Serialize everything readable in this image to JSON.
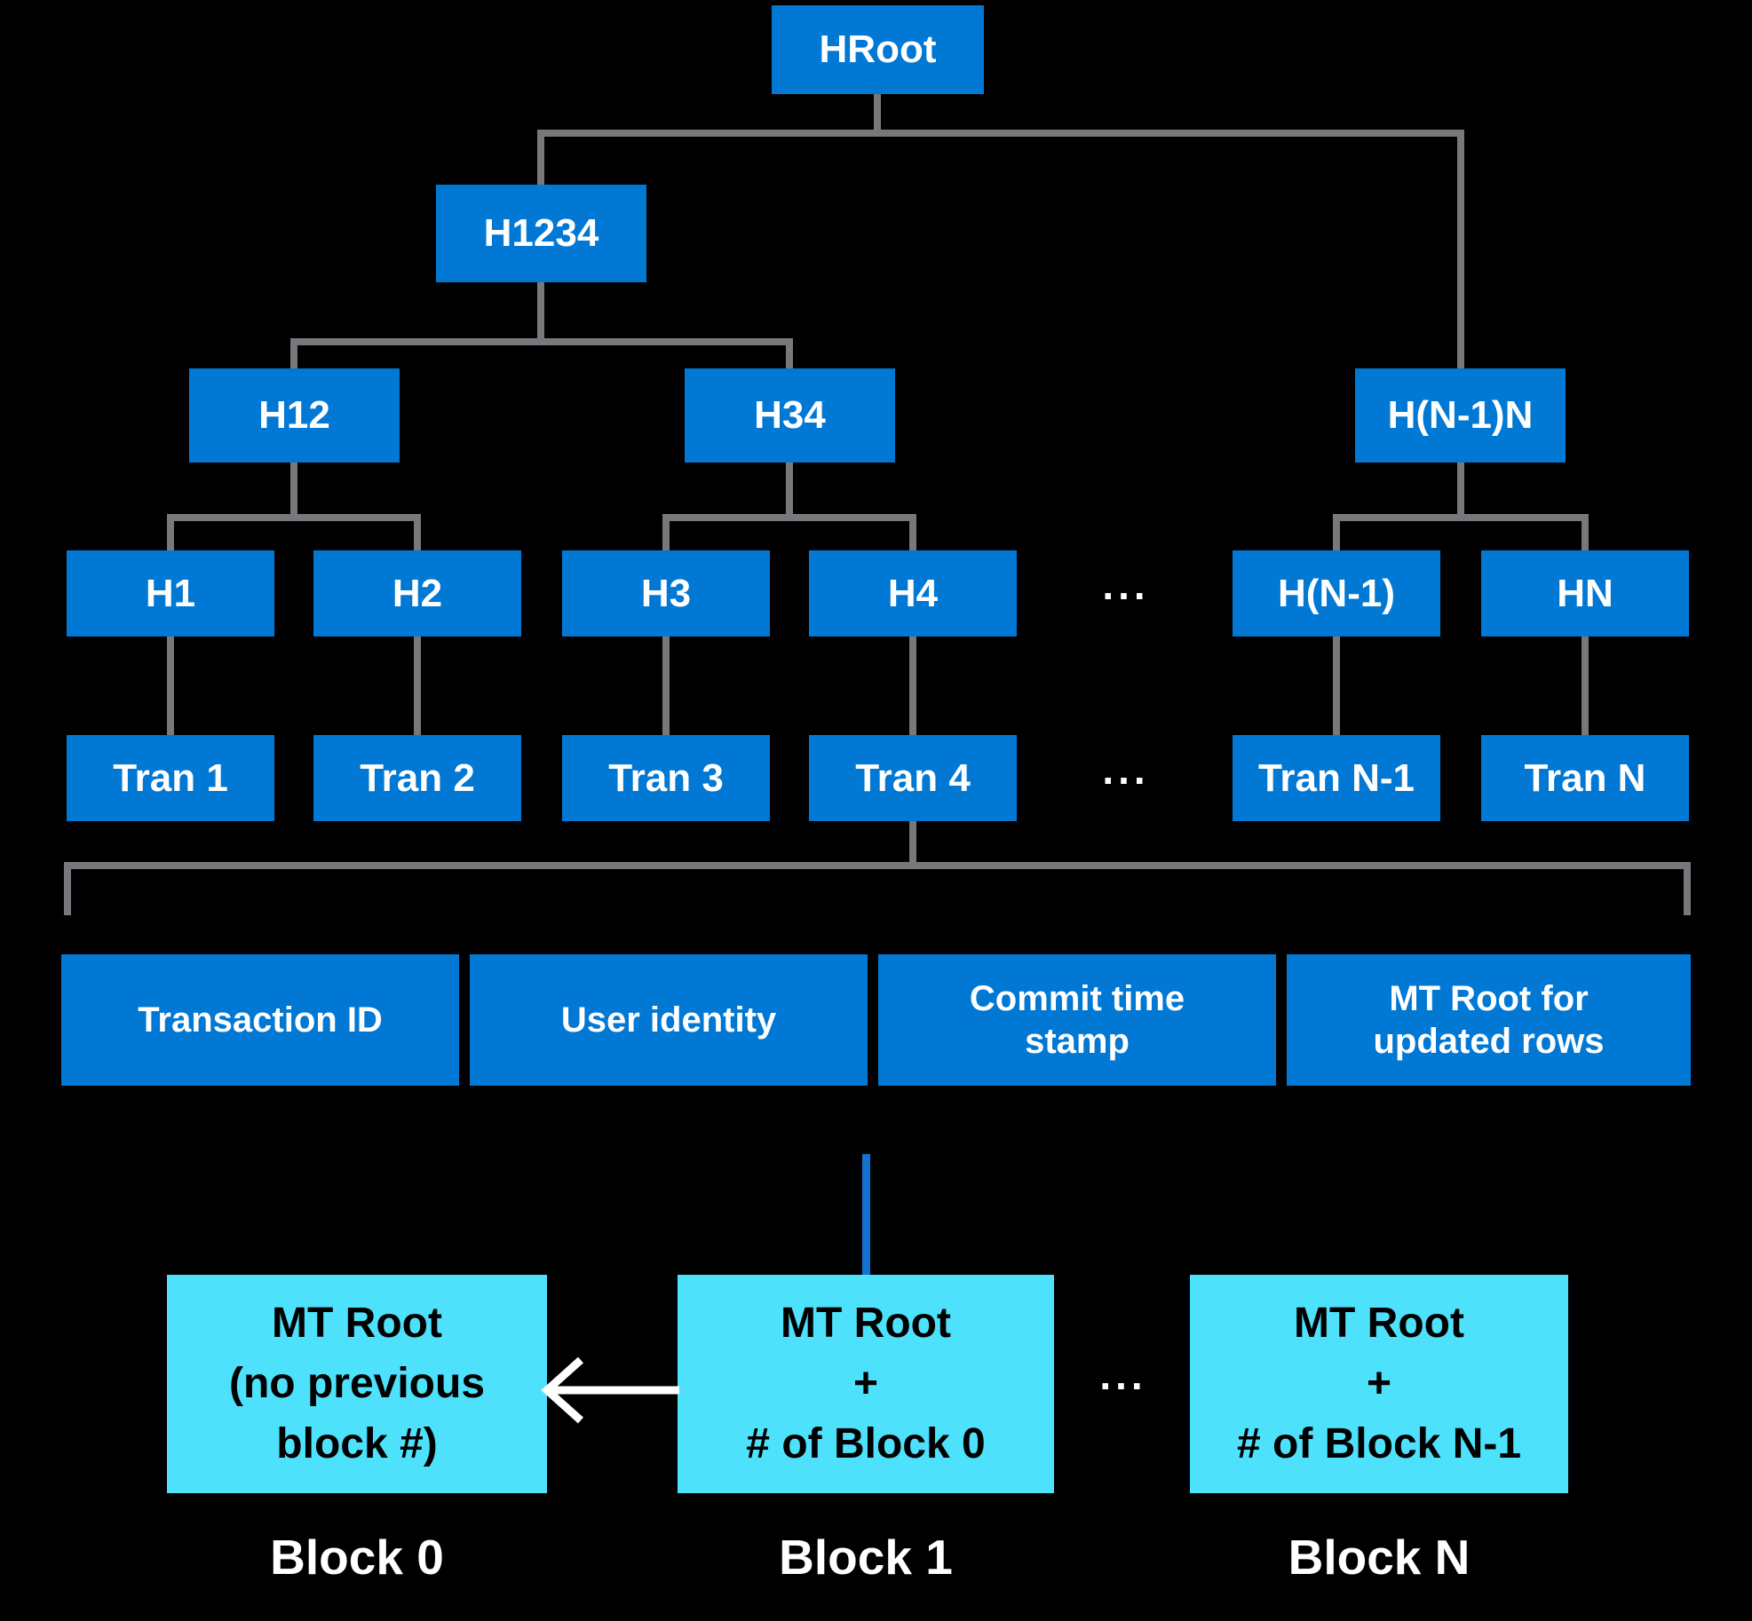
{
  "colors": {
    "node_blue": "#0078D4",
    "block_cyan": "#4EE1FC",
    "connector_gray": "#77787B",
    "connector_blue": "#1173D2",
    "arrow_white": "#FFFFFF",
    "background": "#000000"
  },
  "tree": {
    "hroot": "HRoot",
    "h1234": "H1234",
    "h12": "H12",
    "h34": "H34",
    "hn1n": "H(N-1)N",
    "h1": "H1",
    "h2": "H2",
    "h3": "H3",
    "h4": "H4",
    "hn1": "H(N-1)",
    "hn": "HN",
    "hash_ellipsis": "...",
    "tran1": "Tran 1",
    "tran2": "Tran 2",
    "tran3": "Tran 3",
    "tran4": "Tran 4",
    "trann1": "Tran N-1",
    "trann": "Tran N",
    "tran_ellipsis": "..."
  },
  "transaction_fields": {
    "transaction_id": "Transaction ID",
    "user_identity": "User identity",
    "commit_time_line1": "Commit time",
    "commit_time_line2": "stamp",
    "mt_root_line1": "MT Root for",
    "mt_root_line2": "updated rows"
  },
  "blocks": {
    "block0": {
      "line1": "MT Root",
      "line2": "(no previous",
      "line3": "block #)",
      "label": "Block 0"
    },
    "block1": {
      "line1": "MT Root",
      "line2": "+",
      "line3": "# of Block 0",
      "label": "Block 1"
    },
    "blockn": {
      "line1": "MT Root",
      "line2": "+",
      "line3": "# of Block N-1",
      "label": "Block N"
    },
    "ellipsis": "..."
  }
}
